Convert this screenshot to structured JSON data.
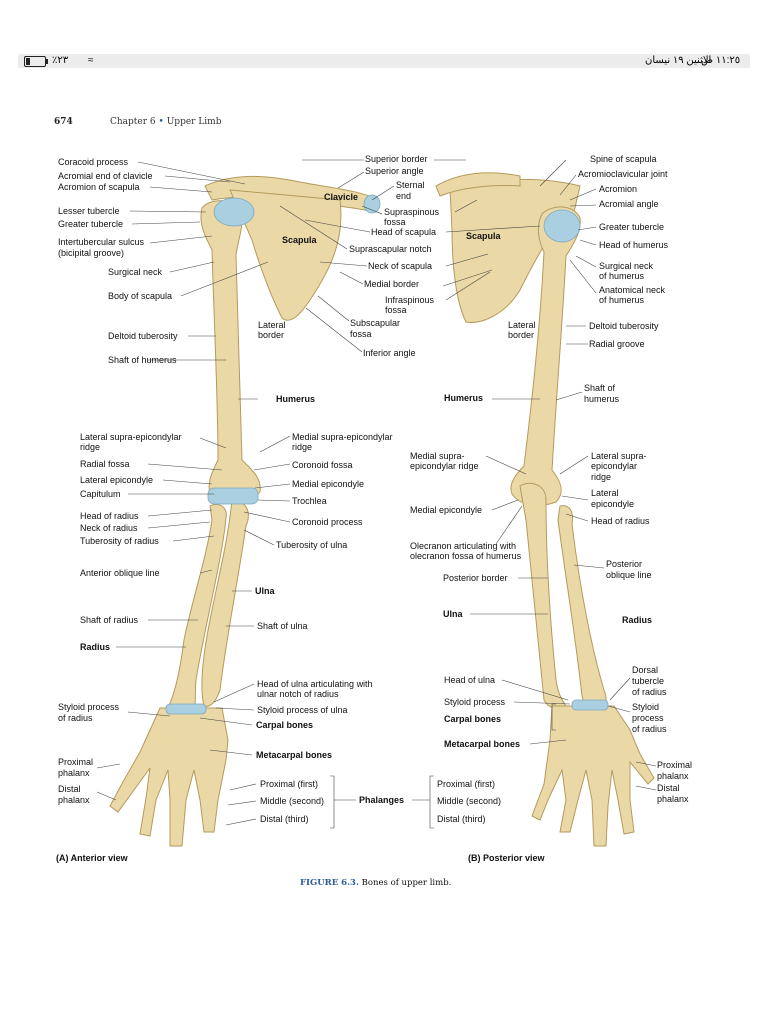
{
  "status_bar": {
    "battery_percent": "٪٢٣",
    "battery_level": 0.23,
    "datetime": "الاثنين ١٩ نيسان",
    "time": "١١:٢٥ ص"
  },
  "page": {
    "page_number": "674",
    "chapter": "Chapter 6",
    "separator": "•",
    "section": "Upper Limb"
  },
  "anterior_labels": {
    "coracoid": "Coracoid process",
    "acromial_end": "Acromial end of clavicle",
    "acromion": "Acromion of scapula",
    "lesser_tubercle": "Lesser tubercle",
    "greater_tubercle": "Greater tubercle",
    "intertubercular": "Intertubercular sulcus",
    "bicipital": "(bicipital groove)",
    "surgical_neck": "Surgical neck",
    "body_scapula": "Body of scapula",
    "deltoid_tuberosity": "Deltoid tuberosity",
    "shaft_humerus": "Shaft of humerus",
    "lateral_supra": "Lateral supra-epicondylar",
    "lateral_supra_2": "ridge",
    "radial_fossa": "Radial fossa",
    "lateral_epicondyle": "Lateral epicondyle",
    "capitulum": "Capitulum",
    "head_radius": "Head of radius",
    "neck_radius": "Neck of radius",
    "tuberosity_radius": "Tuberosity of radius",
    "anterior_oblique": "Anterior oblique line",
    "shaft_radius": "Shaft of radius",
    "radius": "Radius",
    "styloid_radius": "Styloid process",
    "styloid_radius_2": "of radius",
    "proximal_phalanx": "Proximal",
    "proximal_phalanx_2": "phalanx",
    "distal_phalanx": "Distal",
    "distal_phalanx_2": "phalanx",
    "view": "(A) Anterior view"
  },
  "center_labels": {
    "superior_border": "Superior border",
    "superior_angle": "Superior angle",
    "sternal_end": "Sternal",
    "sternal_end_2": "end",
    "clavicle": "Clavicle",
    "supraspinous": "Supraspinous",
    "supraspinous_2": "fossa",
    "head_scapula": "Head of scapula",
    "scapula": "Scapula",
    "scapula_2": "Scapula",
    "suprascapular_notch": "Suprascapular notch",
    "neck_scapula": "Neck of scapula",
    "medial_border": "Medial border",
    "infraspinous": "Infraspinous",
    "infraspinous_2": "fossa",
    "lateral_border_a": "Lateral",
    "lateral_border_a2": "border",
    "subscapular": "Subscapular",
    "subscapular_2": "fossa",
    "lateral_border_b": "Lateral",
    "lateral_border_b2": "border",
    "inferior_angle": "Inferior angle",
    "humerus_a": "Humerus",
    "humerus_b": "Humerus",
    "medial_supra_a": "Medial supra-epicondylar",
    "medial_supra_a2": "ridge",
    "coronoid_fossa": "Coronoid fossa",
    "medial_epicondyle_a": "Medial epicondyle",
    "trochlea": "Trochlea",
    "coronoid_process": "Coronoid process",
    "tuberosity_ulna": "Tuberosity of ulna",
    "ulna_a": "Ulna",
    "shaft_ulna": "Shaft of ulna",
    "head_ulna_art": "Head of ulna articulating with",
    "head_ulna_art_2": "ulnar notch of radius",
    "styloid_ulna": "Styloid process of ulna",
    "carpal_a": "Carpal bones",
    "metacarpal_a": "Metacarpal bones",
    "prox_first_a": "Proximal (first)",
    "middle_second_a": "Middle (second)",
    "distal_third_a": "Distal (third)",
    "phalanges": "Phalanges",
    "prox_first_b": "Proximal (first)",
    "middle_second_b": "Middle (second)",
    "distal_third_b": "Distal (third)",
    "medial_supra_b": "Medial supra-",
    "medial_supra_b2": "epicondylar ridge",
    "medial_epicondyle_b": "Medial epicondyle",
    "olecranon": "Olecranon articulating with",
    "olecranon_2": "olecranon fossa of humerus",
    "posterior_border": "Posterior border",
    "ulna_b": "Ulna",
    "head_ulna_b": "Head of ulna",
    "styloid_process_b": "Styloid process",
    "carpal_b": "Carpal bones",
    "metacarpal_b": "Metacarpal bones",
    "view_b": "(B) Posterior view"
  },
  "posterior_labels": {
    "spine_scapula": "Spine of scapula",
    "acromioclavicular": "Acromioclavicular joint",
    "acromion": "Acromion",
    "acromial_angle": "Acromial angle",
    "greater_tubercle": "Greater tubercle",
    "head_humerus": "Head of humerus",
    "surgical_neck": "Surgical neck",
    "surgical_neck_2": "of humerus",
    "anatomical_neck": "Anatomical neck",
    "anatomical_neck_2": "of humerus",
    "deltoid_tuberosity": "Deltoid tuberosity",
    "radial_groove": "Radial groove",
    "shaft_humerus": "Shaft of",
    "shaft_humerus_2": "humerus",
    "lateral_supra": "Lateral supra-",
    "lateral_supra_2": "epicondylar",
    "lateral_supra_3": "ridge",
    "lateral_epicondyle": "Lateral",
    "lateral_epicondyle_2": "epicondyle",
    "head_radius": "Head of radius",
    "posterior_oblique": "Posterior",
    "posterior_oblique_2": "oblique line",
    "radius": "Radius",
    "dorsal_tubercle": "Dorsal",
    "dorsal_tubercle_2": "tubercle",
    "dorsal_tubercle_3": "of radius",
    "styloid": "Styloid",
    "styloid_2": "process",
    "styloid_3": "of radius",
    "proximal_phalanx": "Proximal",
    "proximal_phalanx_2": "phalanx",
    "distal_phalanx": "Distal",
    "distal_phalanx_2": "phalanx"
  },
  "caption": {
    "figure": "FIGURE 6.3.",
    "text": "Bones of upper limb."
  },
  "colors": {
    "bone": "#ead9a7",
    "bone_shadow": "#cdb77c",
    "cartilage": "#a9cfe0",
    "caption_blue": "#2a5a9c"
  }
}
